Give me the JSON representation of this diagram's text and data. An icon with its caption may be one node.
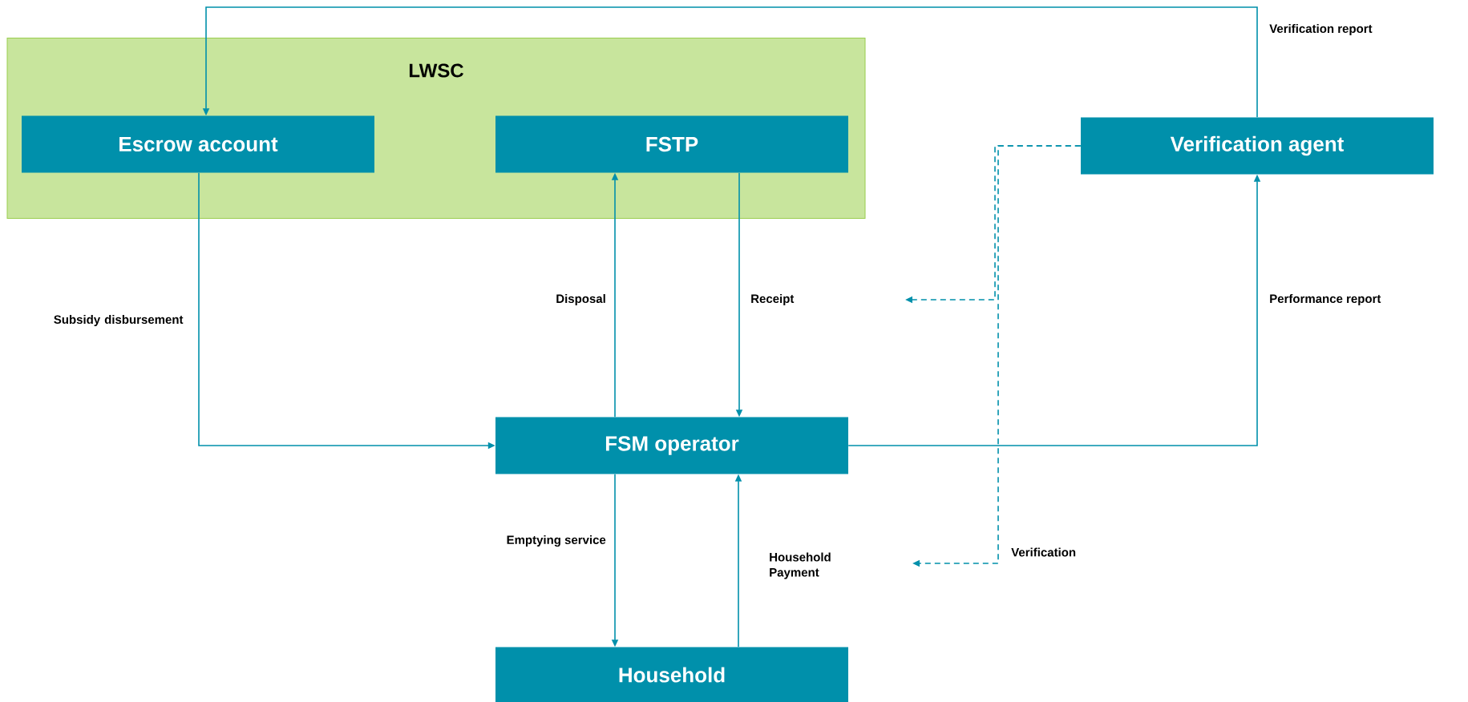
{
  "diagram": {
    "nodes": [
      {
        "text": [
          "LWSC"
        ]
      },
      {
        "text": [
          "Escrow account"
        ],
        "in": 0
      },
      {
        "text": [
          "FSTP"
        ],
        "in": 0
      },
      {
        "text": [
          "Verification agent"
        ]
      },
      {
        "text": [
          "FSM operator"
        ]
      },
      {
        "text": [
          "Household"
        ]
      }
    ],
    "edges": [
      {
        "from": 3,
        "to": 1,
        "arrow": "to",
        "label": "Verification report"
      },
      {
        "from": 1,
        "to": 4,
        "arrow": "to",
        "label": "Subsidy disbursement"
      },
      {
        "from": 4,
        "to": 2,
        "arrow": "to",
        "label": "Disposal"
      },
      {
        "from": 2,
        "to": 4,
        "arrow": "to",
        "label": "Receipt"
      },
      {
        "from": 4,
        "to": 3,
        "arrow": "to",
        "label": "Performance report"
      },
      {
        "from": 4,
        "to": 5,
        "arrow": "to",
        "label": "Emptying service"
      },
      {
        "from": 5,
        "to": 4,
        "arrow": "to",
        "label": "Household Payment"
      },
      {
        "from": 3,
        "to": null,
        "arrow": "to",
        "style": "dashed"
      },
      {
        "from": 3,
        "to": null,
        "arrow": "to",
        "style": "dashed",
        "label": "Verification"
      }
    ]
  }
}
